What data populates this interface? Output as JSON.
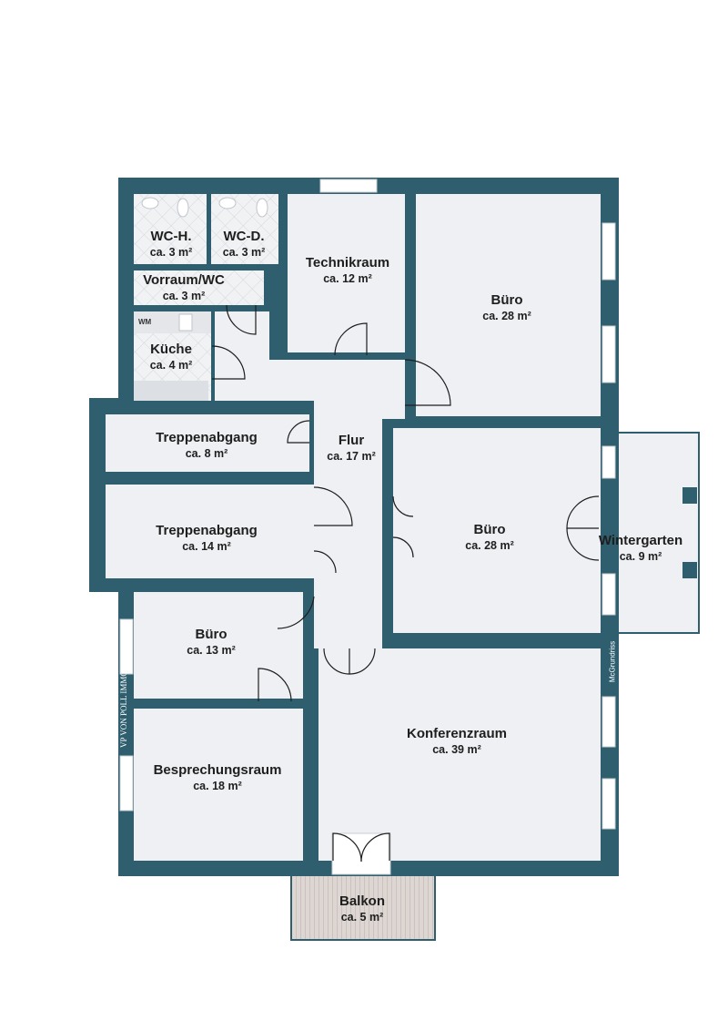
{
  "colors": {
    "wall": "#2f5f6f",
    "floor": "#eef0f3",
    "tile": "#dcdfe4",
    "window": "#ffffff"
  },
  "rooms": [
    {
      "id": "wc-h",
      "name": "WC-H.",
      "area": "ca. 3 m²"
    },
    {
      "id": "wc-d",
      "name": "WC-D.",
      "area": "ca. 3 m²"
    },
    {
      "id": "vorraum",
      "name": "Vorraum/WC",
      "area": "ca. 3 m²"
    },
    {
      "id": "kueche",
      "name": "Küche",
      "area": "ca. 4 m²"
    },
    {
      "id": "technikraum",
      "name": "Technikraum",
      "area": "ca. 12 m²"
    },
    {
      "id": "buero-top",
      "name": "Büro",
      "area": "ca. 28 m²"
    },
    {
      "id": "flur",
      "name": "Flur",
      "area": "ca. 17 m²"
    },
    {
      "id": "treppe-8",
      "name": "Treppenabgang",
      "area": "ca. 8 m²"
    },
    {
      "id": "treppe-14",
      "name": "Treppenabgang",
      "area": "ca. 14 m²"
    },
    {
      "id": "buero-mid",
      "name": "Büro",
      "area": "ca. 28 m²"
    },
    {
      "id": "wintergarten",
      "name": "Wintergarten",
      "area": "ca. 9 m²"
    },
    {
      "id": "buero-small",
      "name": "Büro",
      "area": "ca. 13 m²"
    },
    {
      "id": "besprechung",
      "name": "Besprechungsraum",
      "area": "ca. 18 m²"
    },
    {
      "id": "konferenz",
      "name": "Konferenzraum",
      "area": "ca. 39 m²"
    },
    {
      "id": "balkon",
      "name": "Balkon",
      "area": "ca. 5 m²"
    }
  ],
  "appliance_wm": "WM",
  "logo_text": "VP VON POLL IMMOBILIEN",
  "watermark": "McGrundriss"
}
